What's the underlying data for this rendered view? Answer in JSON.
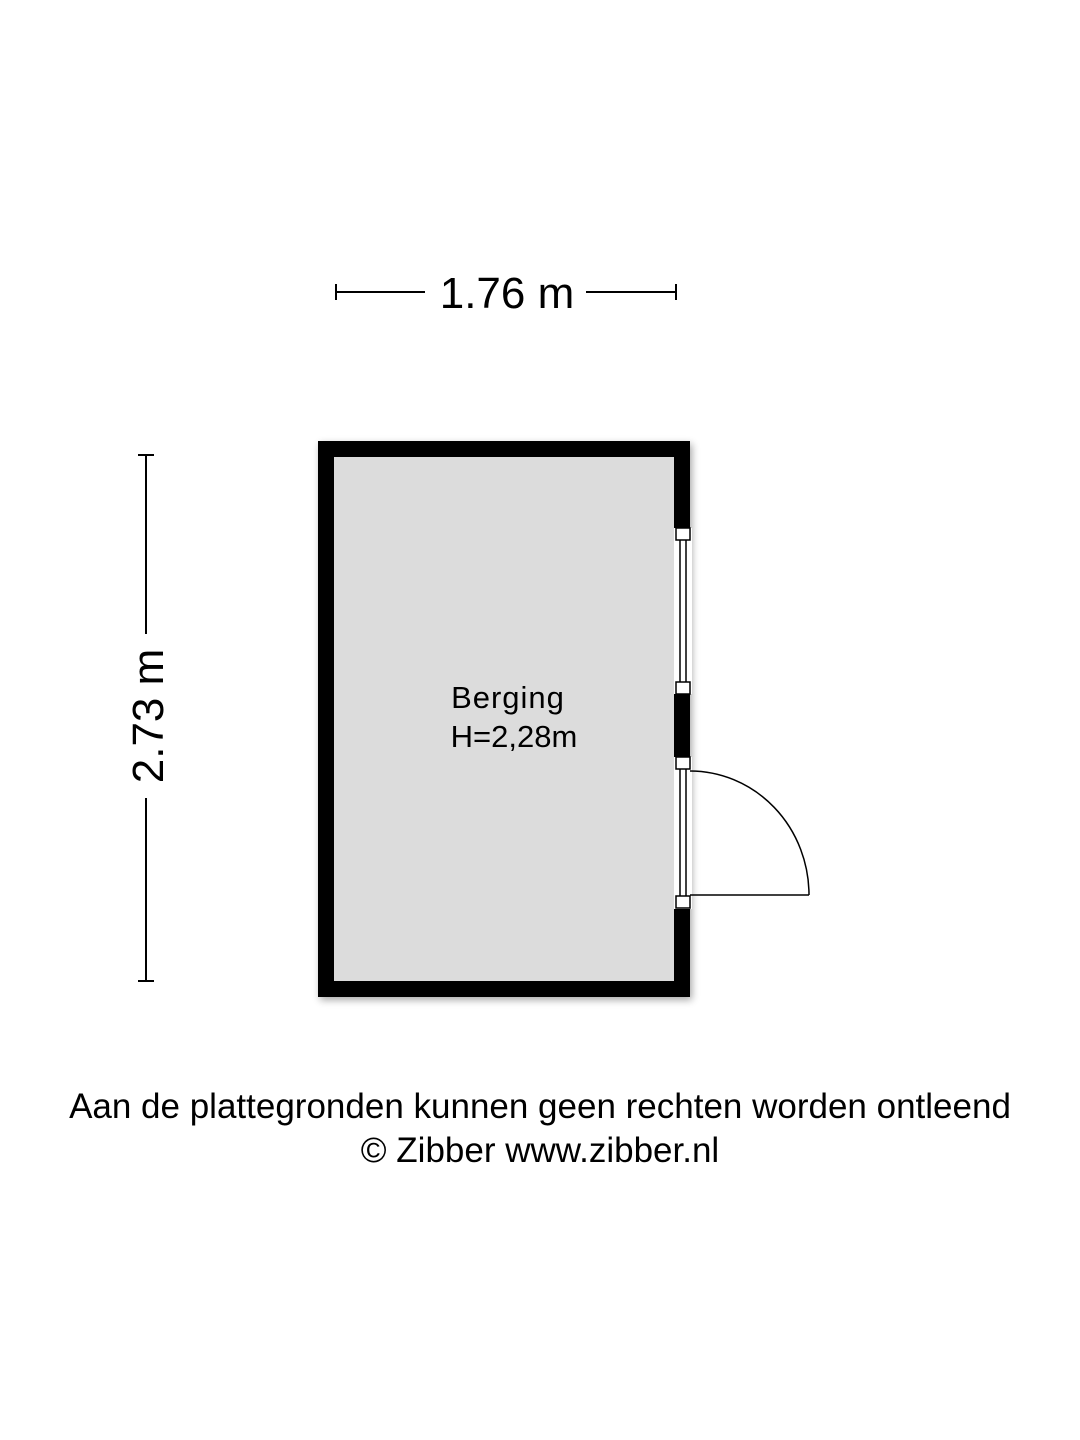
{
  "dimensions": {
    "width_label": "1.76 m",
    "height_label": "2.73 m"
  },
  "room": {
    "name": "Berging",
    "height_label": "H=2,28m"
  },
  "footer": {
    "disclaimer": "Aan de plattegronden kunnen geen rechten worden ontleend",
    "copyright": "© Zibber www.zibber.nl"
  },
  "colors": {
    "wall": "#000000",
    "floor": "#dcdcdc",
    "background": "#ffffff"
  }
}
